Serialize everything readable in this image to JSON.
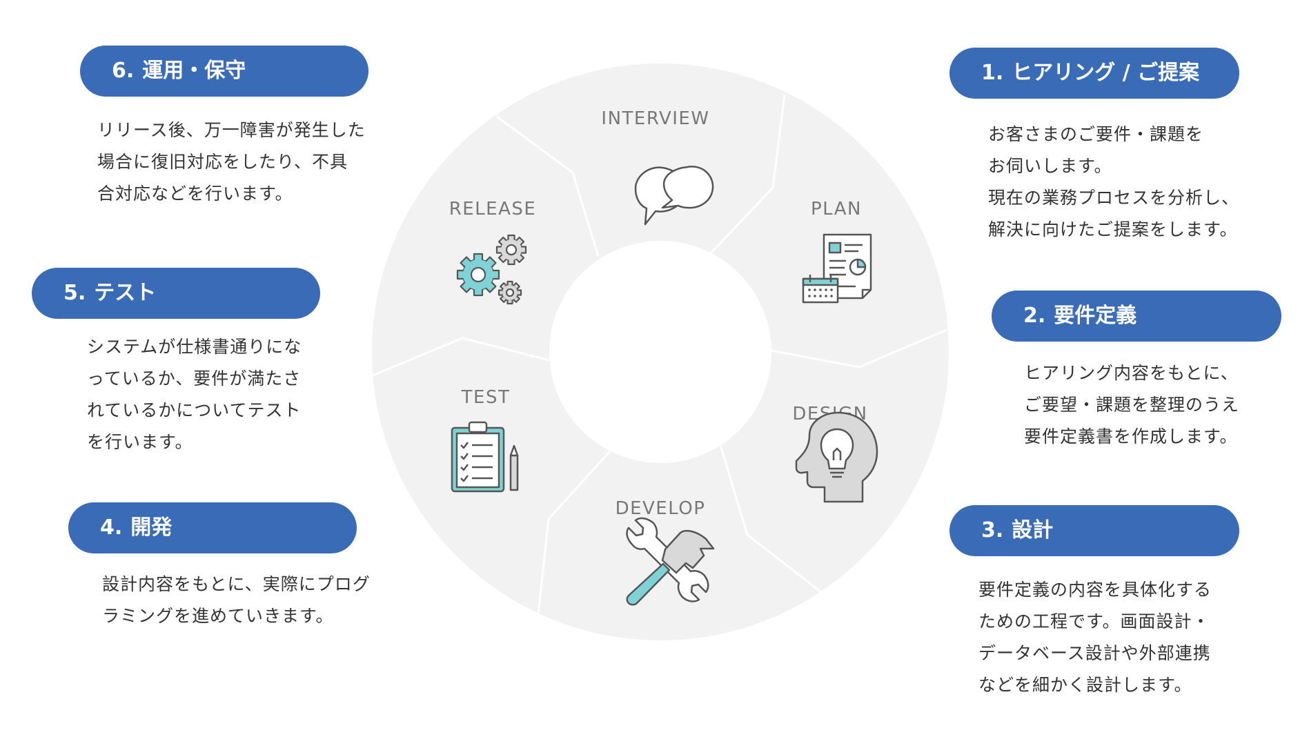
{
  "phases": {
    "interview": "INTERVIEW",
    "plan": "PLAN",
    "design": "DESIGN",
    "develop": "DEVELOP",
    "test": "TEST",
    "release": "RELEASE"
  },
  "steps": [
    {
      "number": "1.",
      "title": "ヒアリング / ご提案",
      "description": "お客さまのご要件・課題を\nお伺いします。\n現在の業務プロセスを分析し、\n解決に向けたご提案をします。"
    },
    {
      "number": "2.",
      "title": "要件定義",
      "description": "ヒアリング内容をもとに、\nご要望・課題を整理のうえ\n要件定義書を作成します。"
    },
    {
      "number": "3.",
      "title": "設計",
      "description": "要件定義の内容を具体化する\nための工程です。画面設計・\nデータベース設計や外部連携\nなどを細かく設計します。"
    },
    {
      "number": "4.",
      "title": "開発",
      "description": "設計内容をもとに、実際にプログ\nラミングを進めていきます。"
    },
    {
      "number": "5.",
      "title": "テスト",
      "description": "システムが仕様書通りにな\nっているか、要件が満たさ\nれているかについてテスト\nを行います。"
    },
    {
      "number": "6.",
      "title": "運用・保守",
      "description": "リリース後、万一障害が発生した\n場合に復旧対応をしたり、不具\n合対応などを行います。"
    }
  ],
  "colors": {
    "pill": "#3a6bb6",
    "wheel": "#f2f2f2",
    "divider": "#ffffff",
    "icon_stroke": "#555555",
    "icon_accent": "#7fd3d6",
    "label": "#777777"
  },
  "icons": {
    "interview": "speech-bubbles-icon",
    "plan": "document-calendar-icon",
    "design": "head-lightbulb-icon",
    "develop": "wrench-hammer-icon",
    "test": "clipboard-checklist-icon",
    "release": "gears-icon"
  }
}
